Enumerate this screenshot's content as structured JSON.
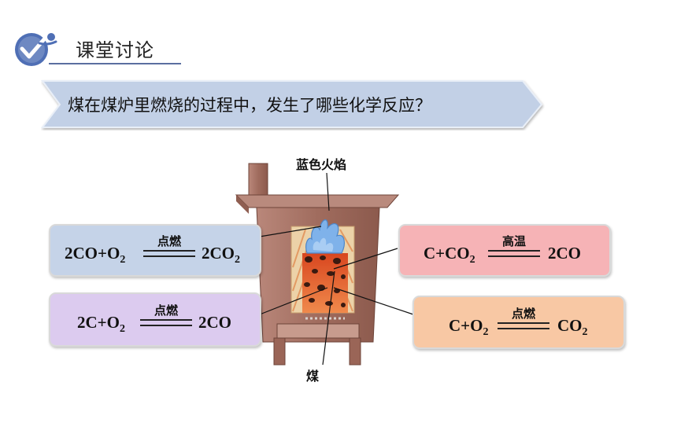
{
  "header": {
    "title": "课堂讨论"
  },
  "question": {
    "text": "煤在煤炉里燃烧的过程中，发生了哪些化学反应？"
  },
  "diagram": {
    "flame_label": "蓝色火焰",
    "coal_label": "煤"
  },
  "equations": {
    "top_left": {
      "left": "2CO+O",
      "left_sub": "2",
      "condition": "点燃",
      "right": "2CO",
      "right_sub": "2"
    },
    "top_right": {
      "left": "C+CO",
      "left_sub": "2",
      "condition": "高温",
      "right": "2CO",
      "right_sub": ""
    },
    "bottom_left": {
      "left": "2C+O",
      "left_sub": "2",
      "condition": "点燃",
      "right": "2CO",
      "right_sub": ""
    },
    "bottom_right": {
      "left": "C+O",
      "left_sub": "2",
      "condition": "点燃",
      "right": "CO",
      "right_sub": "2"
    }
  },
  "colors": {
    "blue_box": "#c5d3e8",
    "pink_box": "#f6b3b6",
    "purple_box": "#dccbef",
    "orange_box": "#f8c8a4",
    "banner": "#c2d0e6"
  }
}
